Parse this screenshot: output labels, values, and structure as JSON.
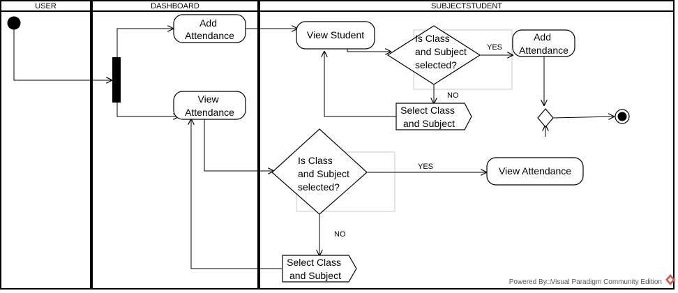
{
  "lanes": {
    "user": "USER",
    "dashboard": "DASHBOARD",
    "subjectstudent": "SUBJECTSTUDENT"
  },
  "nodes": {
    "add_attendance_dash": [
      "Add",
      "Attendance"
    ],
    "view_attendance_dash": [
      "View",
      "Attendance"
    ],
    "view_student": [
      "View Student"
    ],
    "decision_top": [
      "Is Class",
      "and Subject",
      "selected?"
    ],
    "add_attendance_sub": [
      "Add",
      "Attendance"
    ],
    "select_class_top": [
      "Select Class",
      "and Subject"
    ],
    "decision_bottom": [
      "Is Class",
      "and Subject",
      "selected?"
    ],
    "view_attendance_sub": [
      "View Attendance"
    ],
    "select_class_bottom": [
      "Select Class",
      "and Subject"
    ]
  },
  "edge_labels": {
    "yes_top": "YES",
    "no_top": "NO",
    "yes_bottom": "YES",
    "no_bottom": "NO"
  },
  "footer": {
    "text": "Powered By□Visual Paradigm Community Edition"
  },
  "colors": {
    "line": "#000000",
    "guide": "#c8c8c8",
    "brand": "#d9534f"
  }
}
